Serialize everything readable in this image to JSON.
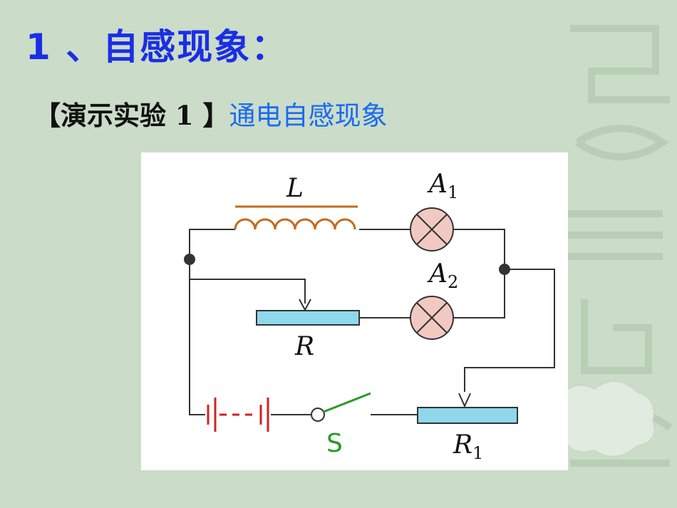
{
  "slide": {
    "title": "1 、自感现象：",
    "subtitle_prefix": "【演示实验 1 】",
    "subtitle_topic": "通电自感现象"
  },
  "diagram": {
    "labels": {
      "inductor": "L",
      "lamp1": "A",
      "lamp1_sub": "1",
      "lamp2": "A",
      "lamp2_sub": "2",
      "rheostat": "R",
      "rheostat1": "R",
      "rheostat1_sub": "1",
      "switch": "S"
    },
    "colors": {
      "wire": "#333333",
      "inductor": "#c46a1e",
      "lamp_fill": "#f2c9c2",
      "resistor_fill": "#8fd8ec",
      "battery": "#d42020",
      "switch": "#2a9a2a"
    }
  }
}
